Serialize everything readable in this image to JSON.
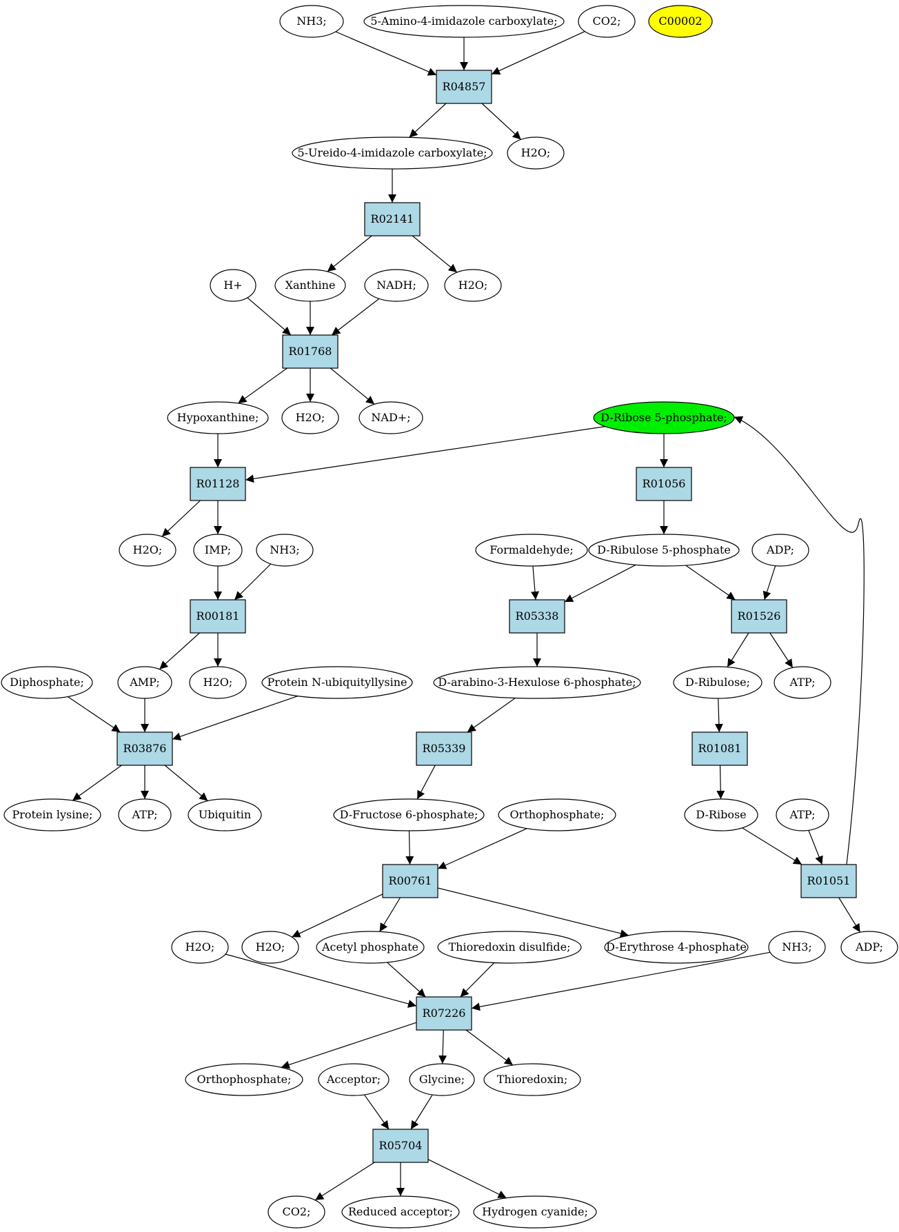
{
  "colors": {
    "background": "#ffffff",
    "compound_fill": "#ffffff",
    "reaction_fill": "#add8e6",
    "highlight_yellow": "#ffff00",
    "highlight_green": "#00ee00",
    "stroke": "#000000"
  },
  "nodes": [
    {
      "id": "nh3_a",
      "kind": "compound",
      "label": "NH3;"
    },
    {
      "id": "aica",
      "kind": "compound",
      "label": "5-Amino-4-imidazole carboxylate;"
    },
    {
      "id": "co2_a",
      "kind": "compound",
      "label": "CO2;"
    },
    {
      "id": "c00002",
      "kind": "compound",
      "label": "C00002",
      "fill": "highlight_yellow"
    },
    {
      "id": "R04857",
      "kind": "reaction",
      "label": "R04857"
    },
    {
      "id": "ureido",
      "kind": "compound",
      "label": "5-Ureido-4-imidazole carboxylate;"
    },
    {
      "id": "h2o_a",
      "kind": "compound",
      "label": "H2O;"
    },
    {
      "id": "R02141",
      "kind": "reaction",
      "label": "R02141"
    },
    {
      "id": "hplus",
      "kind": "compound",
      "label": "H+"
    },
    {
      "id": "xanthine",
      "kind": "compound",
      "label": "Xanthine"
    },
    {
      "id": "nadh",
      "kind": "compound",
      "label": "NADH;"
    },
    {
      "id": "h2o_b",
      "kind": "compound",
      "label": "H2O;"
    },
    {
      "id": "R01768",
      "kind": "reaction",
      "label": "R01768"
    },
    {
      "id": "hypox",
      "kind": "compound",
      "label": "Hypoxanthine;"
    },
    {
      "id": "h2o_c",
      "kind": "compound",
      "label": "H2O;"
    },
    {
      "id": "nadplus",
      "kind": "compound",
      "label": "NAD+;"
    },
    {
      "id": "r5p",
      "kind": "compound",
      "label": "D-Ribose 5-phosphate;",
      "fill": "highlight_green"
    },
    {
      "id": "R01128",
      "kind": "reaction",
      "label": "R01128"
    },
    {
      "id": "R01056",
      "kind": "reaction",
      "label": "R01056"
    },
    {
      "id": "h2o_d",
      "kind": "compound",
      "label": "H2O;"
    },
    {
      "id": "imp",
      "kind": "compound",
      "label": "IMP;"
    },
    {
      "id": "nh3_b",
      "kind": "compound",
      "label": "NH3;"
    },
    {
      "id": "formald",
      "kind": "compound",
      "label": "Formaldehyde;"
    },
    {
      "id": "ru5p",
      "kind": "compound",
      "label": "D-Ribulose 5-phosphate"
    },
    {
      "id": "adp_a",
      "kind": "compound",
      "label": "ADP;"
    },
    {
      "id": "R00181",
      "kind": "reaction",
      "label": "R00181"
    },
    {
      "id": "R05338",
      "kind": "reaction",
      "label": "R05338"
    },
    {
      "id": "R01526",
      "kind": "reaction",
      "label": "R01526"
    },
    {
      "id": "diphos",
      "kind": "compound",
      "label": "Diphosphate;"
    },
    {
      "id": "amp",
      "kind": "compound",
      "label": "AMP;"
    },
    {
      "id": "h2o_e",
      "kind": "compound",
      "label": "H2O;"
    },
    {
      "id": "pnub",
      "kind": "compound",
      "label": "Protein N-ubiquityllysine"
    },
    {
      "id": "hex6p",
      "kind": "compound",
      "label": "D-arabino-3-Hexulose 6-phosphate;"
    },
    {
      "id": "ribulose",
      "kind": "compound",
      "label": "D-Ribulose;"
    },
    {
      "id": "atp_a",
      "kind": "compound",
      "label": "ATP;"
    },
    {
      "id": "R03876",
      "kind": "reaction",
      "label": "R03876"
    },
    {
      "id": "R05339",
      "kind": "reaction",
      "label": "R05339"
    },
    {
      "id": "R01081",
      "kind": "reaction",
      "label": "R01081"
    },
    {
      "id": "plys",
      "kind": "compound",
      "label": "Protein lysine;"
    },
    {
      "id": "atp_b",
      "kind": "compound",
      "label": "ATP;"
    },
    {
      "id": "ubiq",
      "kind": "compound",
      "label": "Ubiquitin"
    },
    {
      "id": "f6p",
      "kind": "compound",
      "label": "D-Fructose 6-phosphate;"
    },
    {
      "id": "orthoph_a",
      "kind": "compound",
      "label": "Orthophosphate;"
    },
    {
      "id": "ribose",
      "kind": "compound",
      "label": "D-Ribose"
    },
    {
      "id": "atp_c",
      "kind": "compound",
      "label": "ATP;"
    },
    {
      "id": "R00761",
      "kind": "reaction",
      "label": "R00761"
    },
    {
      "id": "R01051",
      "kind": "reaction",
      "label": "R01051"
    },
    {
      "id": "h2o_f",
      "kind": "compound",
      "label": "H2O;"
    },
    {
      "id": "h2o_g",
      "kind": "compound",
      "label": "H2O;"
    },
    {
      "id": "acetylp",
      "kind": "compound",
      "label": "Acetyl phosphate"
    },
    {
      "id": "trxdis",
      "kind": "compound",
      "label": "Thioredoxin disulfide;"
    },
    {
      "id": "e4p",
      "kind": "compound",
      "label": "D-Erythrose 4-phosphate"
    },
    {
      "id": "nh3_c",
      "kind": "compound",
      "label": "NH3;"
    },
    {
      "id": "adp_b",
      "kind": "compound",
      "label": "ADP;"
    },
    {
      "id": "R07226",
      "kind": "reaction",
      "label": "R07226"
    },
    {
      "id": "orthoph_b",
      "kind": "compound",
      "label": "Orthophosphate;"
    },
    {
      "id": "acceptor",
      "kind": "compound",
      "label": "Acceptor;"
    },
    {
      "id": "glycine",
      "kind": "compound",
      "label": "Glycine;"
    },
    {
      "id": "trx",
      "kind": "compound",
      "label": "Thioredoxin;"
    },
    {
      "id": "R05704",
      "kind": "reaction",
      "label": "R05704"
    },
    {
      "id": "co2_b",
      "kind": "compound",
      "label": "CO2;"
    },
    {
      "id": "redacc",
      "kind": "compound",
      "label": "Reduced acceptor;"
    },
    {
      "id": "hcn",
      "kind": "compound",
      "label": "Hydrogen cyanide;"
    }
  ],
  "edges": [
    {
      "from": "nh3_a",
      "to": "R04857"
    },
    {
      "from": "aica",
      "to": "R04857"
    },
    {
      "from": "co2_a",
      "to": "R04857"
    },
    {
      "from": "R04857",
      "to": "ureido"
    },
    {
      "from": "R04857",
      "to": "h2o_a"
    },
    {
      "from": "ureido",
      "to": "R02141"
    },
    {
      "from": "R02141",
      "to": "xanthine"
    },
    {
      "from": "R02141",
      "to": "h2o_b"
    },
    {
      "from": "hplus",
      "to": "R01768"
    },
    {
      "from": "xanthine",
      "to": "R01768"
    },
    {
      "from": "nadh",
      "to": "R01768"
    },
    {
      "from": "R01768",
      "to": "hypox"
    },
    {
      "from": "R01768",
      "to": "h2o_c"
    },
    {
      "from": "R01768",
      "to": "nadplus"
    },
    {
      "from": "hypox",
      "to": "R01128"
    },
    {
      "from": "r5p",
      "to": "R01128"
    },
    {
      "from": "r5p",
      "to": "R01056"
    },
    {
      "from": "R01128",
      "to": "h2o_d"
    },
    {
      "from": "R01128",
      "to": "imp"
    },
    {
      "from": "imp",
      "to": "R00181"
    },
    {
      "from": "nh3_b",
      "to": "R00181"
    },
    {
      "from": "R01056",
      "to": "ru5p"
    },
    {
      "from": "formald",
      "to": "R05338"
    },
    {
      "from": "ru5p",
      "to": "R05338"
    },
    {
      "from": "ru5p",
      "to": "R01526"
    },
    {
      "from": "adp_a",
      "to": "R01526"
    },
    {
      "from": "R00181",
      "to": "amp"
    },
    {
      "from": "R00181",
      "to": "h2o_e"
    },
    {
      "from": "R05338",
      "to": "hex6p"
    },
    {
      "from": "R01526",
      "to": "ribulose"
    },
    {
      "from": "R01526",
      "to": "atp_a"
    },
    {
      "from": "diphos",
      "to": "R03876"
    },
    {
      "from": "amp",
      "to": "R03876"
    },
    {
      "from": "pnub",
      "to": "R03876"
    },
    {
      "from": "hex6p",
      "to": "R05339"
    },
    {
      "from": "ribulose",
      "to": "R01081"
    },
    {
      "from": "R03876",
      "to": "plys"
    },
    {
      "from": "R03876",
      "to": "atp_b"
    },
    {
      "from": "R03876",
      "to": "ubiq"
    },
    {
      "from": "R05339",
      "to": "f6p"
    },
    {
      "from": "R01081",
      "to": "ribose"
    },
    {
      "from": "f6p",
      "to": "R00761"
    },
    {
      "from": "orthoph_a",
      "to": "R00761"
    },
    {
      "from": "ribose",
      "to": "R01051"
    },
    {
      "from": "atp_c",
      "to": "R01051"
    },
    {
      "from": "R01051",
      "to": "adp_b"
    },
    {
      "from": "R01051",
      "to": "r5p",
      "curved": true
    },
    {
      "from": "R00761",
      "to": "h2o_g"
    },
    {
      "from": "R00761",
      "to": "acetylp"
    },
    {
      "from": "R00761",
      "to": "e4p"
    },
    {
      "from": "h2o_f",
      "to": "R07226"
    },
    {
      "from": "acetylp",
      "to": "R07226"
    },
    {
      "from": "trxdis",
      "to": "R07226"
    },
    {
      "from": "nh3_c",
      "to": "R07226"
    },
    {
      "from": "R07226",
      "to": "orthoph_b"
    },
    {
      "from": "R07226",
      "to": "glycine"
    },
    {
      "from": "R07226",
      "to": "trx"
    },
    {
      "from": "acceptor",
      "to": "R05704"
    },
    {
      "from": "glycine",
      "to": "R05704"
    },
    {
      "from": "R05704",
      "to": "co2_b"
    },
    {
      "from": "R05704",
      "to": "redacc"
    },
    {
      "from": "R05704",
      "to": "hcn"
    }
  ]
}
